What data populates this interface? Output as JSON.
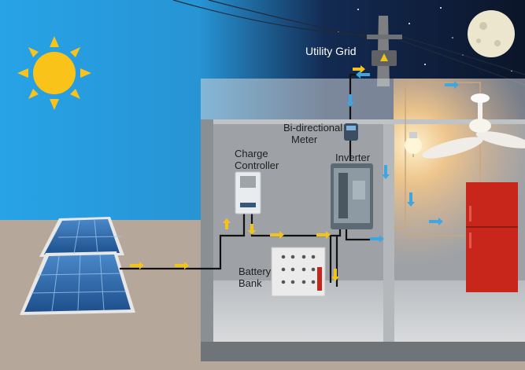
{
  "labels": {
    "utility_grid": "Utility Grid",
    "meter_line1": "Bi-directional",
    "meter_line2": "Meter",
    "charge_line1": "Charge",
    "charge_line2": "Controller",
    "inverter": "Inverter",
    "battery_line1": "Battery",
    "battery_line2": "Bank"
  },
  "colors": {
    "day_sky": "#27a3e6",
    "night_sky": "#0e1a33",
    "ground": "#b5a89a",
    "wall": "#9ea2a6",
    "wire": "#111111",
    "dc_arrow": "#f2c31c",
    "ac_arrow": "#3fa6e0",
    "fridge": "#c8261b"
  },
  "icons": [
    "sun-icon",
    "moon-icon",
    "solar-panel-icon",
    "utility-pole-icon",
    "ceiling-fan-icon",
    "light-bulb-icon",
    "refrigerator-icon"
  ]
}
